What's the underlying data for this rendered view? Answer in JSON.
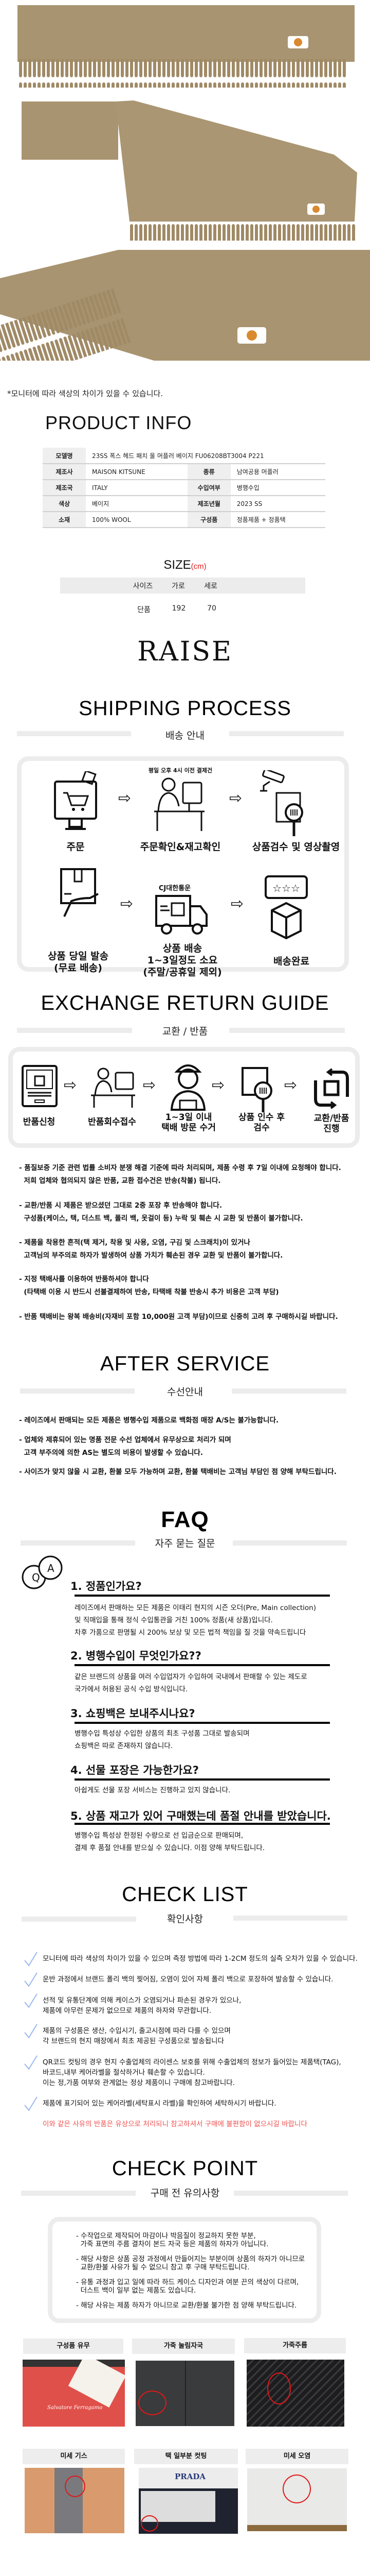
{
  "product_photos": {
    "color": "#a89470",
    "patch_icon": "fox-head-patch-icon"
  },
  "color_note": "*모니터에 따라 색상의 차이가 있을 수 있습니다.",
  "product_info": {
    "title": "PRODUCT INFO",
    "rows": [
      {
        "label": "모델명",
        "value": "23SS 폭스 헤드 패치 울 머플러 베이지 FU06208BT3004 P221"
      },
      {
        "label": "제조사",
        "value": "MAISON KITSUNE",
        "label2": "종류",
        "value2": "남여공용 머플러"
      },
      {
        "label": "제조국",
        "value": "ITALY",
        "label2": "수입여부",
        "value2": "병행수입"
      },
      {
        "label": "색상",
        "value": "베이지",
        "label2": "제조년월",
        "value2": "2023 SS"
      },
      {
        "label": "소재",
        "value": "100% WOOL",
        "label2": "구성품",
        "value2": "정품제품 + 정품택"
      }
    ]
  },
  "size": {
    "title": "SIZE",
    "unit": "(cm)",
    "headers": [
      "사이즈",
      "가로",
      "세로"
    ],
    "row": [
      "단품",
      "192",
      "70"
    ]
  },
  "brand": "RAISE",
  "shipping": {
    "title": "SHIPPING PROCESS",
    "subtitle": "배송 안내",
    "cutoff_note": "평일 오후 4시 이전 결제건",
    "courier": "CJ대한통운",
    "steps": [
      {
        "label": "주문"
      },
      {
        "label": "주문확인&재고확인"
      },
      {
        "label": "상품검수 및 영상촬영"
      },
      {
        "label": "상품  당일 발송",
        "label2": "(무료 배송)"
      },
      {
        "label": "상품 배송",
        "label2": "1~3일정도 소요",
        "label3": "(주말/공휴일 제외)"
      },
      {
        "label": "배송완료"
      }
    ]
  },
  "exchange": {
    "title": "EXCHANGE RETURN GUIDE",
    "subtitle": "교환 / 반품",
    "steps": [
      {
        "label": "반품신청"
      },
      {
        "label": "반품회수접수"
      },
      {
        "label": "1~3일 이내",
        "label2": "택배 방문 수거"
      },
      {
        "label": "상품 인수 후",
        "label2": "검수"
      },
      {
        "label": "교환/반품",
        "label2": "진행"
      }
    ],
    "notes": [
      [
        "- 품질보증 기준 관련 법률 소비자 분쟁 해결 기준에 따라 처리되며, 제품 수령 후 7일 이내에 요청해야 합니다.",
        "  저희 업체와 협의되지 않은 반품, 교환 접수건은 반송(착불) 됩니다."
      ],
      [
        "- 교환/반품 시 제품은 받으셨던 그대로 2중 포장 후 반송해야 합니다.",
        "  구성품(케이스, 택, 더스트 백, 폴리 백, 옷걸이 등) 누락 및 훼손 시 교환 및 반품이 불가합니다."
      ],
      [
        "- 제품을 착용한 흔적(택 제거, 착용 및 사용, 오염, 구김 및 스크래치)이 있거나",
        "  고객님의 부주의로 하자가 발생하여 상품 가치가 훼손된 경우 교환 및 반품이 불가합니다."
      ],
      [
        "- 지정 택배사를 이용하여 반품하셔야 합니다",
        "  (타택배 이용 시 반드시 선불결제하여 반송, 타택배 착불 반송시 추가 비용은 고객 부담)"
      ],
      [
        "- 반품 택배비는 왕복 배송비(자재비 포함 10,000원 고객 부담)이므로 신중히 고려 후 구매하시길 바랍니다."
      ]
    ]
  },
  "after_service": {
    "title": "AFTER SERVICE",
    "subtitle": "수선안내",
    "notes": [
      [
        "- 레이즈에서 판매되는 모든 제품은 병행수입 제품으로 백화점 매장 A/S는 불가능합니다."
      ],
      [
        "- 업체와 제휴되어 있는 명품 전문 수선 업체에서 유무상으로 처리가 되며",
        "  고객 부주의에 의한 AS는 별도의 비용이 발생할 수 있습니다."
      ],
      [
        "- 사이즈가 맞지 않을 시 교환, 환불 모두 가능하며 교환, 환불 택배비는 고객님 부담인 점 양해 부탁드립니다."
      ]
    ]
  },
  "faq": {
    "title": "FAQ",
    "subtitle": "자주 묻는 질문",
    "items": [
      {
        "q": "1. 정품인가요?",
        "a": [
          "레이즈에서 판매하는 모든 제품은 이태리 현지의 시즌 오더(Pre, Main collection)",
          "및 직매입을 통해 정식 수입통관을 거친 100% 정품(새 상품)입니다.",
          "차후 가품으로 판명될 시 200% 보상 및 모든 법적 책임을 질 것을 약속드립니다"
        ]
      },
      {
        "q": "2. 병행수입이 무엇인가요??",
        "a": [
          "같은 브랜드의 상품을 여러 수입업자가 수입하여 국내에서 판매할 수 있는 제도로",
          "국가에서 허용된 공식 수입 방식입니다."
        ]
      },
      {
        "q": "3. 쇼핑백은 보내주시나요?",
        "a": [
          "병행수입 특성상 수입한 상품의 최초 구성품 그대로 발송되며",
          "쇼핑백은 따로 존재하지 않습니다."
        ]
      },
      {
        "q": "4. 선물 포장은 가능한가요?",
        "a": [
          "아쉽게도 선물 포장 서비스는 진행하고 있지 않습니다."
        ]
      },
      {
        "q": "5. 상품 재고가 있어 구매했는데 품절 안내를 받았습니다.",
        "a": [
          "병행수입 특성상 한정된 수량으로 선 입금순으로 판매되며,",
          "결제 후 품절 안내를 받으실 수 있습니다. 이점 양해 부탁드립니다."
        ]
      }
    ]
  },
  "checklist": {
    "title": "CHECK LIST",
    "subtitle": "확인사항",
    "items": [
      [
        "모니터에 따라 색상의 차이가 있을 수 있으며 측정 방법에 따라 1-2CM 정도의 실측 오차가 있을 수 있습니다."
      ],
      [
        "운반 과정에서 브랜드 폴리 백의 찢어짐, 오염이 있어 자체 폴리 백으로 포장하여 발송할 수 있습니다."
      ],
      [
        "선적 및 유통단계에 의해 케이스가 오염되거나 파손된 경우가 있으나,",
        "제품에 아무런 문제가 없으므로 제품의 하자와 무관합니다."
      ],
      [
        "제품의 구성품은 생산, 수입시기, 출고시점에 따라 다를 수 있으며",
        "각 브랜드의 현지 매장에서 최초 제공된 구성품으로 발송됩니다"
      ],
      [
        "QR코드 컷팅의 경우 현지 수출업체의 라이센스 보호를 위해 수출업체의 정보가 들어있는 제품택(TAG),",
        "바코드,내부 케어라벨을 절삭하거나 훼손할 수 있습니다.",
        "이는 정,가품 여부와 관계없는 정상 제품이니 구매에 참고바랍니다."
      ],
      [
        "제품에 표기되어 있는 케어라벨(세탁표시 라벨)을 확인하여 세탁하시기 바랍니다."
      ]
    ],
    "warning": "이와 같은 사유의 반품은 유상으로 처리되니 참고하셔서 구매에 불편함이 없으시길 바랍니다",
    "warning_color": "#f05050"
  },
  "checkpoint": {
    "title": "CHECK POINT",
    "subtitle": "구매 전 유의사항",
    "notes": [
      [
        "- 수작업으로 제작되어 마감이나 박음질이 정교하지 못한 부분,",
        "  가죽 표면의 주름 결차이 본드 자국 등은 제품의 하자가 아닙니다."
      ],
      [
        "- 해당 사항은 상품 공정 과정에서 만들어지는 부분이며 상품의 하자가 아니므로",
        "  교환/환불 사유가 될 수 없으니 참고 후 구매 부탁드립니다."
      ],
      [
        "- 유통 과정과 입고 일에 따라 하드 케이스 디자인과 여분 끈의 색상이 다르며,",
        "  더스트 백이 일부 없는 제품도 있습니다."
      ],
      [
        "- 해당 사유는 제품 하자가 아니므로 교환/환불 불가한 점 양해 부탁드립니다."
      ]
    ],
    "examples": [
      {
        "label": "구성품 유무",
        "brand_text": "Salvatore Ferragamo"
      },
      {
        "label": "가죽 눌림자국"
      },
      {
        "label": "가죽주름"
      },
      {
        "label": "미세 기스"
      },
      {
        "label": "택 일부분 컷팅",
        "brand_text": "PRADA"
      },
      {
        "label": "미세 오염"
      }
    ]
  }
}
